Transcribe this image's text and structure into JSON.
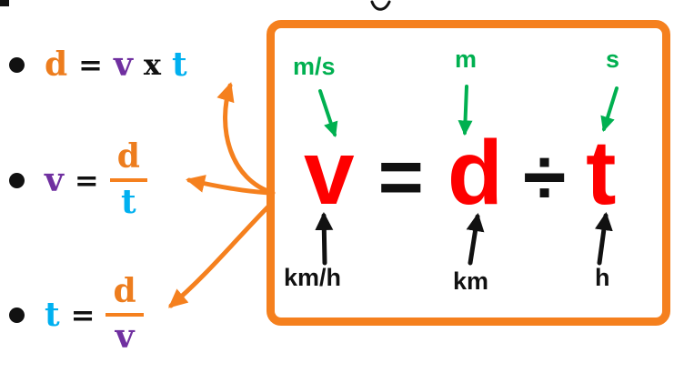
{
  "colors": {
    "orange": "#f5801e",
    "green": "#00b050",
    "red": "#fe0000",
    "purple": "#7030a0",
    "blue": "#00b0f0",
    "ink": "#111111"
  },
  "rearranged_formulas": [
    {
      "id": "distance",
      "tokens": [
        {
          "text": "d",
          "color": "#ed7d1e"
        },
        {
          "text": "=",
          "color": "#111111"
        },
        {
          "text": "v",
          "color": "#7030a0"
        },
        {
          "text": "x",
          "color": "#111111"
        },
        {
          "text": "t",
          "color": "#00b0f0"
        }
      ]
    },
    {
      "id": "speed",
      "lhs": {
        "text": "v",
        "color": "#7030a0"
      },
      "equals": {
        "text": "=",
        "color": "#111111"
      },
      "numerator": {
        "text": "d",
        "color": "#ed7d1e"
      },
      "denominator": {
        "text": "t",
        "color": "#00b0f0"
      }
    },
    {
      "id": "time",
      "lhs": {
        "text": "t",
        "color": "#00b0f0"
      },
      "equals": {
        "text": "=",
        "color": "#111111"
      },
      "numerator": {
        "text": "d",
        "color": "#ed7d1e"
      },
      "denominator": {
        "text": "v",
        "color": "#7030a0"
      }
    }
  ],
  "boxed_equation": {
    "terms": [
      {
        "text": "v",
        "color": "#fe0000"
      },
      {
        "text": "=",
        "color": "#111111"
      },
      {
        "text": "d",
        "color": "#fe0000"
      },
      {
        "text": "÷",
        "color": "#111111"
      },
      {
        "text": "t",
        "color": "#fe0000"
      }
    ],
    "metric_unit_labels": [
      "m/s",
      "m",
      "s"
    ],
    "alternate_unit_labels": [
      "km/h",
      "km",
      "h"
    ]
  }
}
